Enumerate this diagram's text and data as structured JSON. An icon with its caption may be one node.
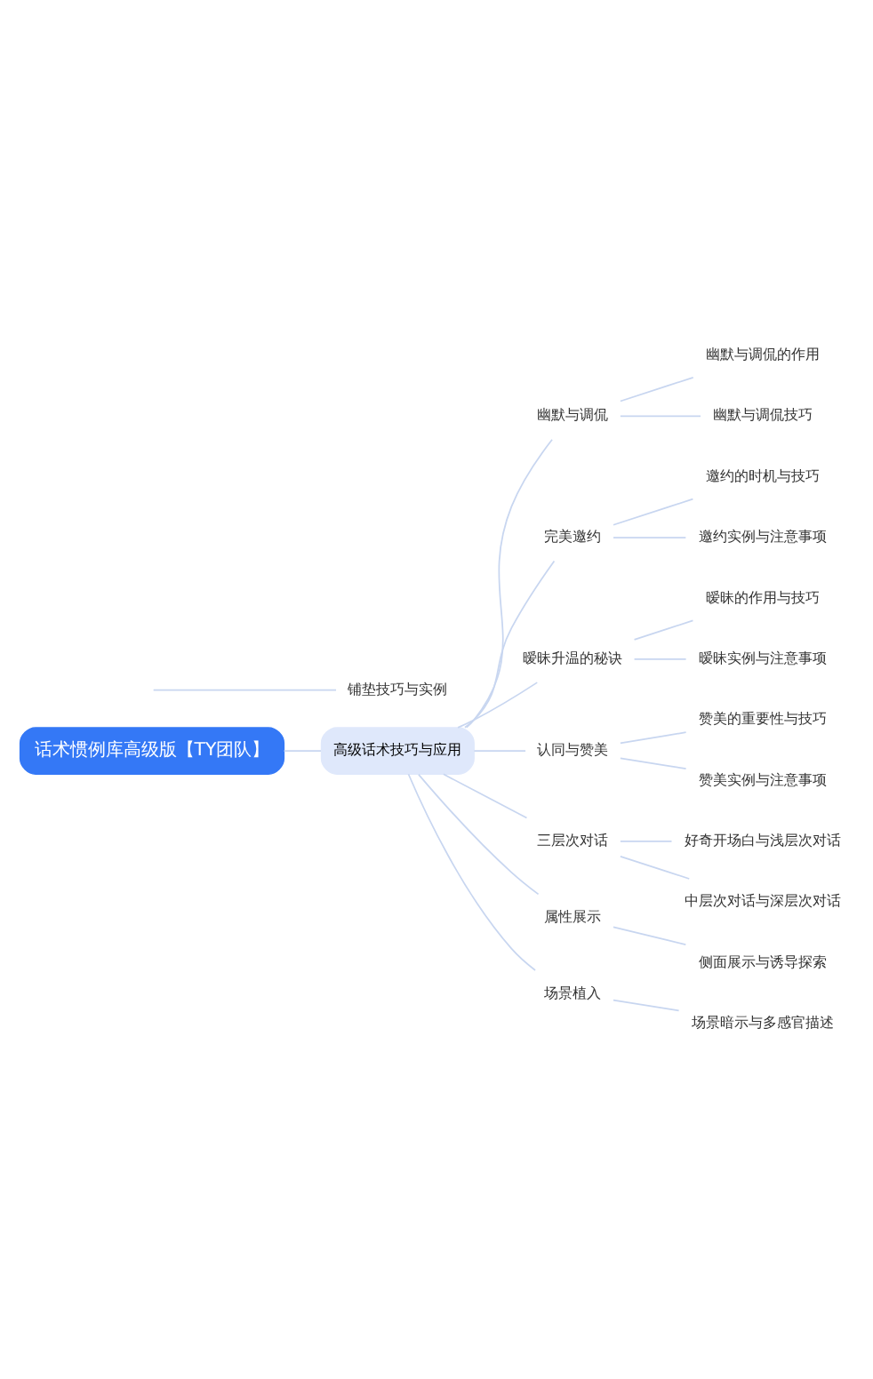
{
  "diagram": {
    "nodes": [
      {
        "text": [
          "话术惯例库高级版【TY团队】"
        ]
      },
      {
        "text": [
          "高级话术技巧与应用"
        ]
      },
      {
        "text": [
          "铺垫技巧与实例"
        ]
      },
      {
        "text": [
          "幽默与调侃"
        ]
      },
      {
        "text": [
          "幽默与调侃的作用"
        ]
      },
      {
        "text": [
          "幽默与调侃技巧"
        ]
      },
      {
        "text": [
          "完美邀约"
        ]
      },
      {
        "text": [
          "邀约的时机与技巧"
        ]
      },
      {
        "text": [
          "邀约实例与注意事项"
        ]
      },
      {
        "text": [
          "暧昧升温的秘诀"
        ]
      },
      {
        "text": [
          "暧昧的作用与技巧"
        ]
      },
      {
        "text": [
          "暧昧实例与注意事项"
        ]
      },
      {
        "text": [
          "认同与赞美"
        ]
      },
      {
        "text": [
          "赞美的重要性与技巧"
        ]
      },
      {
        "text": [
          "赞美实例与注意事项"
        ]
      },
      {
        "text": [
          "三层次对话"
        ]
      },
      {
        "text": [
          "好奇开场白与浅层次对话"
        ]
      },
      {
        "text": [
          "中层次对话与深层次对话"
        ]
      },
      {
        "text": [
          "属性展示"
        ]
      },
      {
        "text": [
          "侧面展示与诱导探索"
        ]
      },
      {
        "text": [
          "场景植入"
        ]
      },
      {
        "text": [
          "场景暗示与多感官描述"
        ]
      }
    ],
    "edges": [
      {
        "from": 0,
        "to": 1,
        "arrow": "none"
      },
      {
        "from": null,
        "to": 2,
        "arrow": "none"
      },
      {
        "from": 1,
        "to": 3,
        "arrow": "none"
      },
      {
        "from": 3,
        "to": 4,
        "arrow": "none"
      },
      {
        "from": 3,
        "to": 5,
        "arrow": "none"
      },
      {
        "from": 1,
        "to": 6,
        "arrow": "none"
      },
      {
        "from": 6,
        "to": 7,
        "arrow": "none"
      },
      {
        "from": 6,
        "to": 8,
        "arrow": "none"
      },
      {
        "from": 1,
        "to": 9,
        "arrow": "none"
      },
      {
        "from": 9,
        "to": 10,
        "arrow": "none"
      },
      {
        "from": 9,
        "to": 11,
        "arrow": "none"
      },
      {
        "from": 1,
        "to": 12,
        "arrow": "none"
      },
      {
        "from": 12,
        "to": 13,
        "arrow": "none"
      },
      {
        "from": 12,
        "to": 14,
        "arrow": "none"
      },
      {
        "from": 1,
        "to": 15,
        "arrow": "none"
      },
      {
        "from": 15,
        "to": 16,
        "arrow": "none"
      },
      {
        "from": 15,
        "to": 17,
        "arrow": "none"
      },
      {
        "from": 1,
        "to": 18,
        "arrow": "none"
      },
      {
        "from": 18,
        "to": 19,
        "arrow": "none"
      },
      {
        "from": 1,
        "to": 20,
        "arrow": "none"
      },
      {
        "from": 20,
        "to": 21,
        "arrow": "none"
      }
    ]
  }
}
